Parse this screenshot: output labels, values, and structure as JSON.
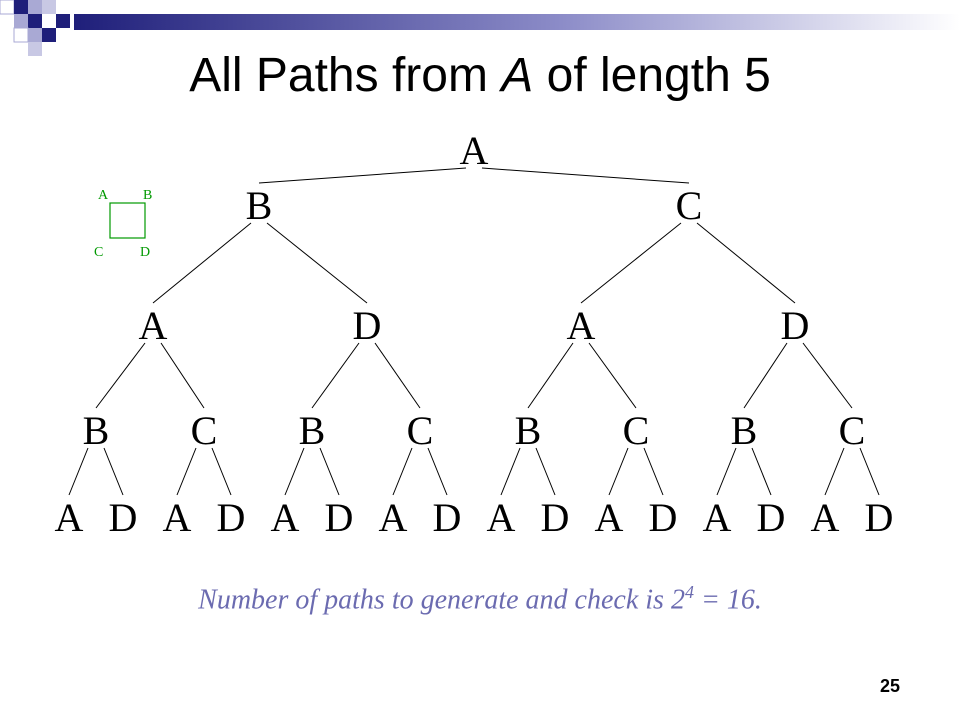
{
  "slide": {
    "title_prefix": "All Paths from ",
    "title_italic": "A",
    "title_suffix": " of length 5",
    "caption_prefix": "Number of paths to generate and check is 2",
    "caption_exponent": "4",
    "caption_suffix": " = 16.",
    "page_number": "25"
  },
  "mini_graph": {
    "labels": [
      "A",
      "B",
      "C",
      "D"
    ],
    "color": "#009900"
  },
  "tree": {
    "levels": [
      [
        "A"
      ],
      [
        "B",
        "C"
      ],
      [
        "A",
        "D",
        "A",
        "D"
      ],
      [
        "B",
        "C",
        "B",
        "C",
        "B",
        "C",
        "B",
        "C"
      ],
      [
        "A",
        "D",
        "A",
        "D",
        "A",
        "D",
        "A",
        "D",
        "A",
        "D",
        "A",
        "D",
        "A",
        "D",
        "A",
        "D"
      ]
    ]
  },
  "colors": {
    "caption": "#6b6bb0",
    "deco_dark": "#1f1f7a",
    "deco_light": "#a9a9d4"
  }
}
